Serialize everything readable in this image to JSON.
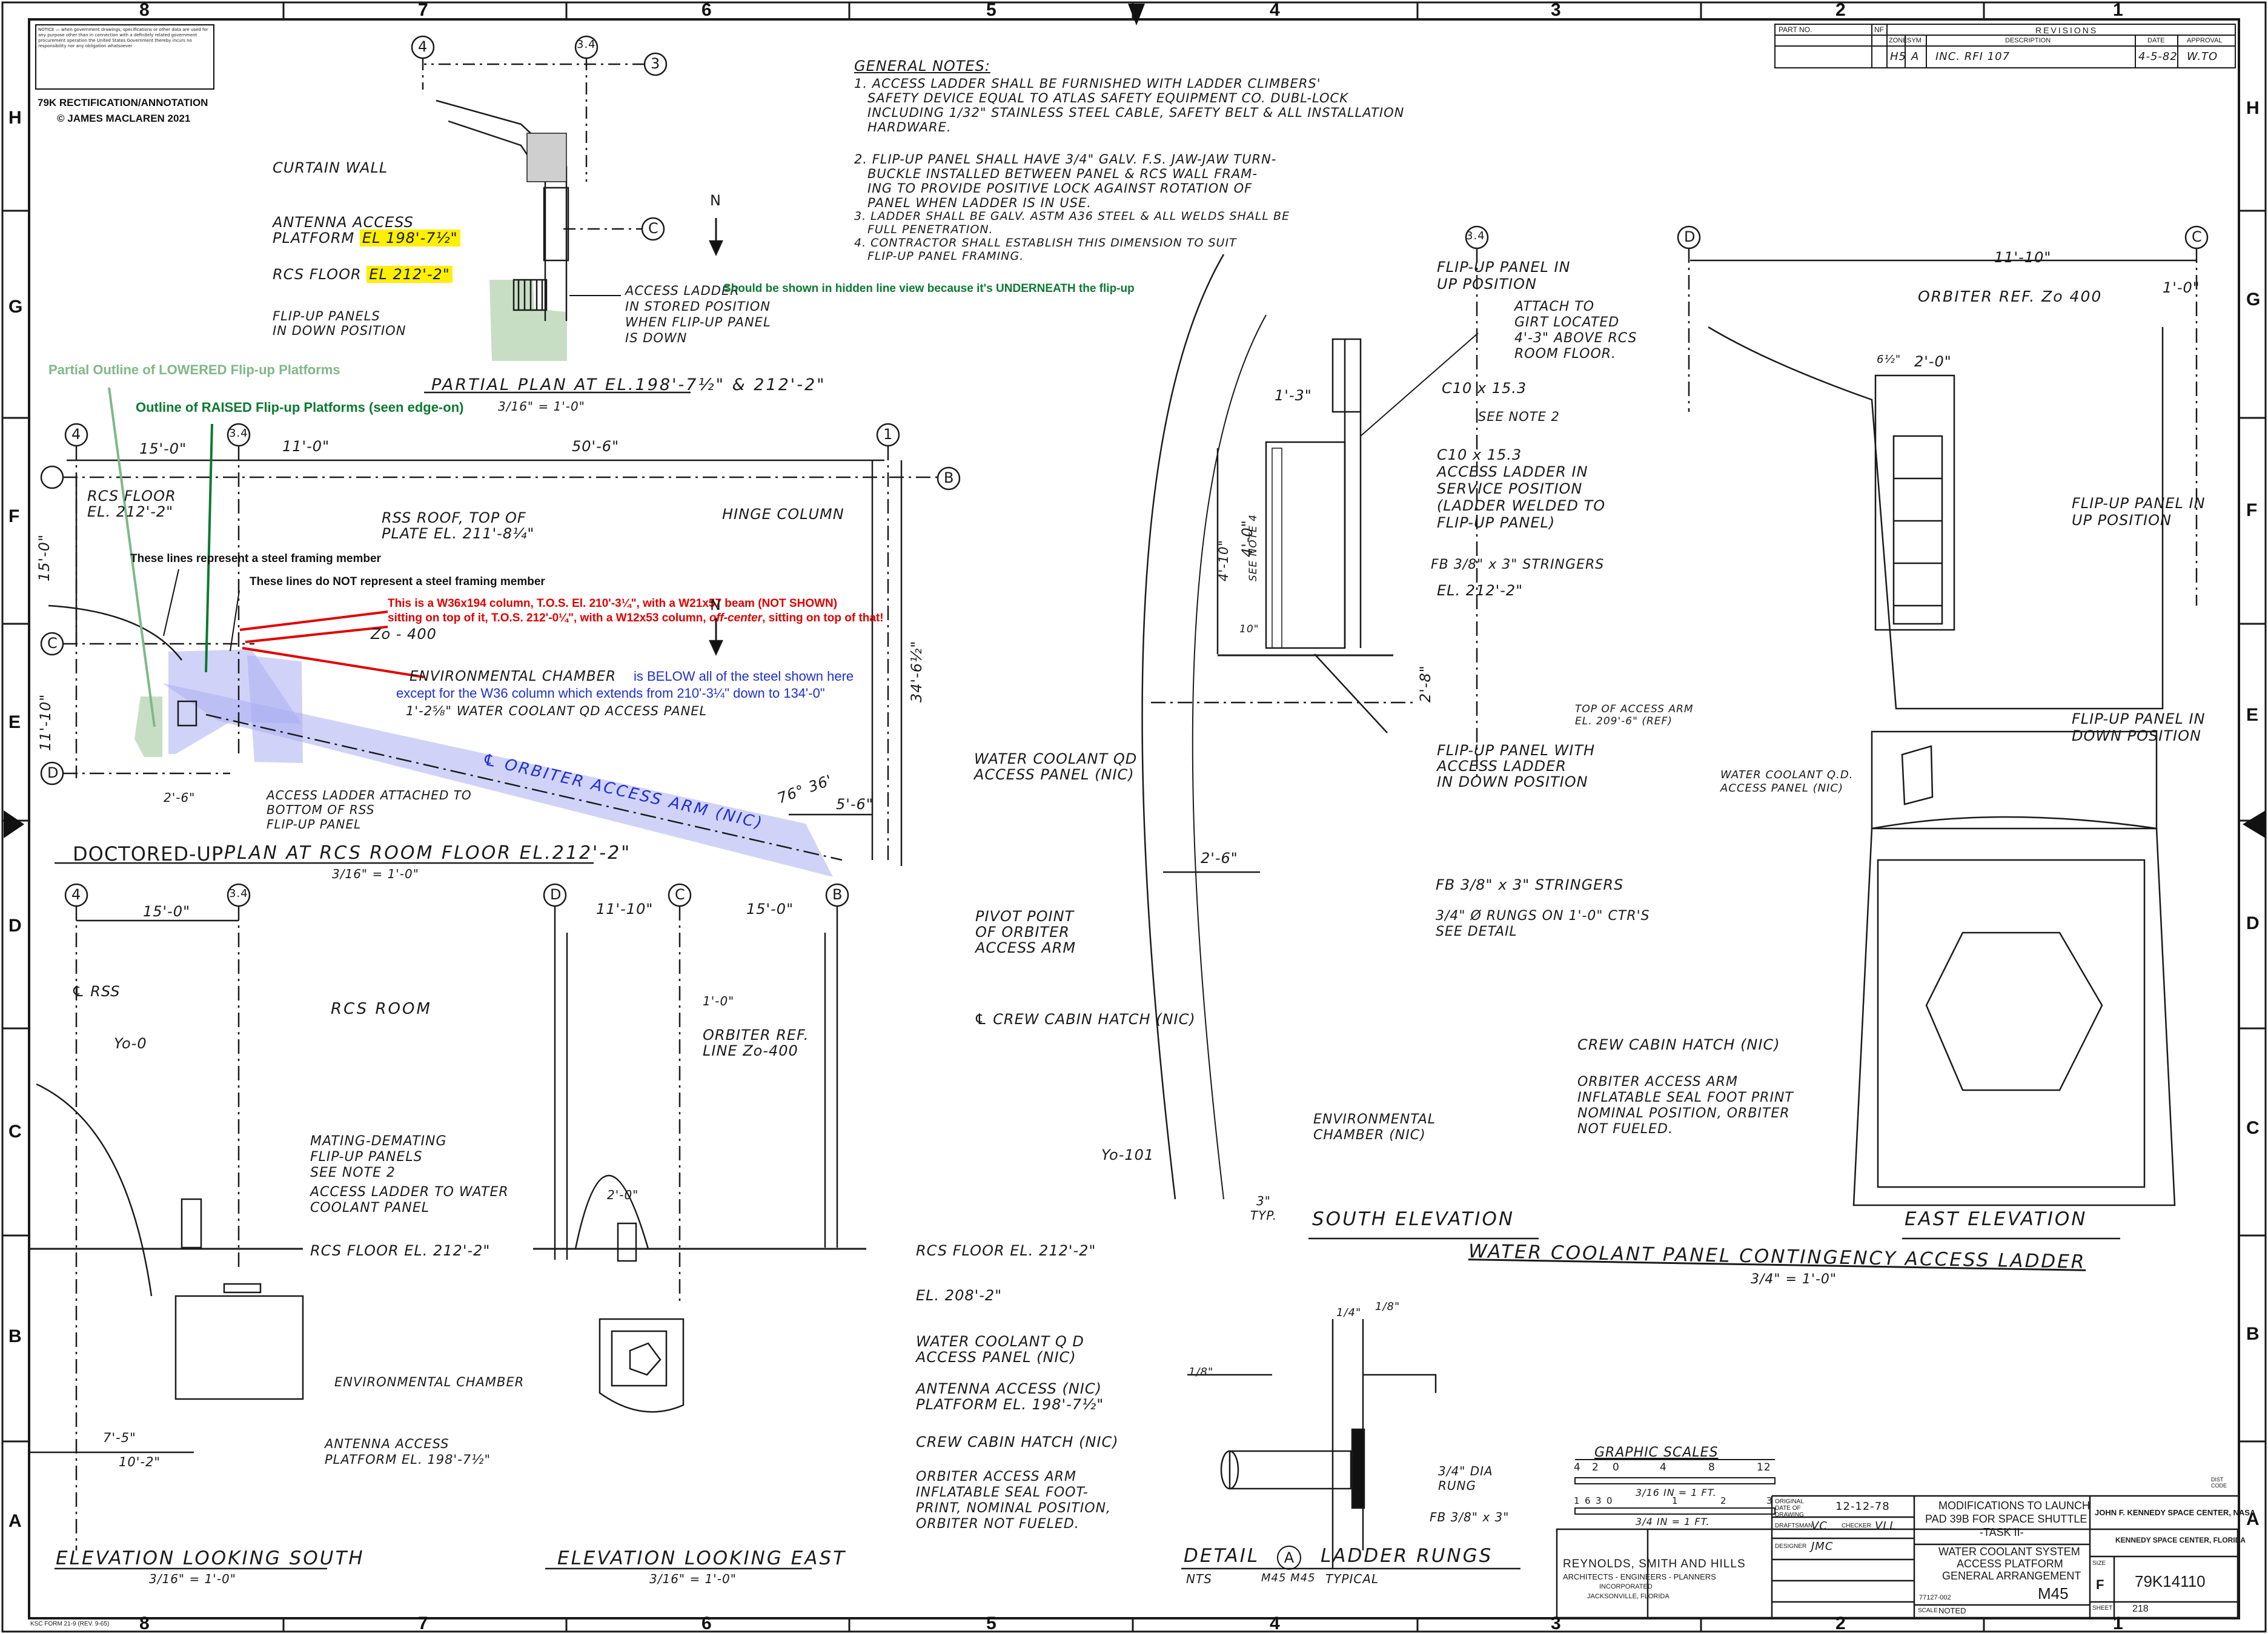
{
  "colors": {
    "line": "#1a1a1a",
    "red_annotation": "#e00000",
    "green_annotation": "#0a7a30",
    "light_green_annotation": "#7fb887",
    "blue_annotation": "#1f2fd0",
    "overlay_blue": "#a9aef0",
    "overlay_green": "#b9d6b6",
    "highlight": "#ffef00"
  },
  "zones": {
    "columns": [
      "8",
      "7",
      "6",
      "5",
      "4",
      "3",
      "2",
      "1"
    ],
    "rows": [
      "H",
      "G",
      "F",
      "E",
      "D",
      "C",
      "B",
      "A"
    ]
  },
  "notice": {
    "label": "NOTICE — when government drawings, specifications or other data are used for any purpose other than in connection with a definitely related government procurement operation the United States Government thereby incurs no responsibility nor any obligation whatsoever"
  },
  "annotation_stamp": {
    "line1": "79K RECTIFICATION/ANNOTATION",
    "line2": "© JAMES MACLAREN 2021"
  },
  "revisions": {
    "header": "REVISIONS",
    "part_no": "PART NO.",
    "nf": "NF",
    "cols": [
      "ZONE",
      "SYM",
      "DESCRIPTION",
      "DATE",
      "APPROVAL"
    ],
    "row": {
      "zone": "H5",
      "sym": "A",
      "description": "INC. RFI 107",
      "date": "4-5-82",
      "approval": "W.TO"
    }
  },
  "general_notes": {
    "title": "GENERAL NOTES:",
    "lines": [
      "1. ACCESS LADDER SHALL BE FURNISHED WITH LADDER CLIMBERS'",
      "SAFETY DEVICE EQUAL TO ATLAS SAFETY EQUIPMENT CO. DUBL-LOCK",
      "INCLUDING 1/32\" STAINLESS STEEL CABLE, SAFETY BELT & ALL INSTALLATION",
      "HARDWARE.",
      "2. FLIP-UP PANEL SHALL HAVE 3/4\" GALV. F.S. JAW-JAW TURN-",
      "BUCKLE INSTALLED BETWEEN PANEL & RCS WALL FRAM-",
      "ING TO PROVIDE POSITIVE LOCK AGAINST ROTATION OF",
      "PANEL WHEN LADDER IS IN USE.",
      "3. LADDER SHALL BE GALV. ASTM A36 STEEL & ALL WELDS SHALL BE",
      "FULL PENETRATION.",
      "4. CONTRACTOR SHALL ESTABLISH THIS DIMENSION TO SUIT",
      "FLIP-UP PANEL FRAMING."
    ]
  },
  "partial_plan": {
    "bubbles": [
      "4",
      "3.4",
      "3",
      "C"
    ],
    "curtain_wall": "CURTAIN WALL",
    "antenna_line1": "ANTENNA ACCESS",
    "antenna_line2": "PLATFORM",
    "antenna_el": "EL 198'-7½\"",
    "rcs_floor": "RCS FLOOR",
    "rcs_el": "EL 212'-2\"",
    "flipup_line1": "FLIP-UP PANELS",
    "flipup_line2": "IN DOWN POSITION",
    "access_l1": "ACCESS LADDER",
    "access_l2": "IN STORED POSITION",
    "access_l3": "WHEN FLIP-UP PANEL",
    "access_l4": "IS DOWN",
    "north": "N",
    "title": "PARTIAL PLAN AT EL.198'-7½\" & 212'-2\"",
    "scale": "3/16\" = 1'-0\""
  },
  "plan_rcs": {
    "bubbles": [
      "4",
      "3.4",
      "1",
      "B",
      "C",
      "D"
    ],
    "dims": [
      "15'-0\"",
      "11'-0\"",
      "50'-6\"",
      "15'-0\"",
      "11'-10\"",
      "34'-6½\"",
      "2'-6\"",
      "5'-6\"",
      "76° 36'"
    ],
    "rcs_floor_l1": "RCS FLOOR",
    "rcs_floor_l2": "EL. 212'-2\"",
    "rss_roof_l1": "RSS ROOF, TOP OF",
    "rss_roof_l2": "PLATE EL. 211'-8¼\"",
    "hinge": "HINGE COLUMN",
    "zo": "Zo - 400",
    "env": "ENVIRONMENTAL CHAMBER",
    "wc_panel": "1'-2⅝\" WATER COOLANT QD ACCESS PANEL",
    "orbiter_arm": "℄ ORBITER ACCESS ARM (NIC)",
    "ladder_l1": "ACCESS LADDER ATTACHED TO",
    "ladder_l2": "BOTTOM OF RSS",
    "ladder_l3": "FLIP-UP PANEL",
    "pivot_l1": "PIVOT POINT",
    "pivot_l2": "OF ORBITER",
    "pivot_l3": "ACCESS ARM",
    "north": "N",
    "title_prefix": "DOCTORED-UP",
    "title": "PLAN AT RCS ROOM FLOOR EL.212'-2\"",
    "scale": "3/16\" = 1'-0\""
  },
  "notes_overlay": {
    "lowered": "Partial Outline of LOWERED Flip-up Platforms",
    "raised": "Outline of RAISED Flip-up Platforms (seen edge-on)",
    "steel_yes": "These lines represent a steel framing member",
    "steel_no": "These lines do NOT represent a steel framing member",
    "red_l1": "This is a W36x194 column, T.O.S. El. 210'-3¼\", with a W21x57 beam (NOT SHOWN)",
    "red_l2": "sitting on top of it, T.O.S. 212'-0¼\", with a W12x53 column,",
    "red_l2b": "off-center",
    "red_l2c": ", sitting on top of that!",
    "blue_l1": "is BELOW all of the steel shown here",
    "blue_l2": "except for the W36 column which extends from 210'-3¼\" down to 134'-0\"",
    "hidden": "Should be shown in hidden line view because it's UNDERNEATH the flip-up"
  },
  "elev_south_left": {
    "bubbles": [
      "4",
      "3.4"
    ],
    "dim": "15'-0\"",
    "rss": "℄ RSS",
    "rcs_room": "RCS ROOM",
    "yo": "Yo-0",
    "mating_l1": "MATING-DEMATING",
    "mating_l2": "FLIP-UP PANELS",
    "mating_l3": "SEE NOTE 2",
    "ladder_l1": "ACCESS LADDER TO WATER",
    "ladder_l2": "COOLANT PANEL",
    "rcs_floor": "RCS FLOOR  EL. 212'-2\"",
    "env": "ENVIRONMENTAL CHAMBER",
    "ant_l1": "ANTENNA ACCESS",
    "ant_l2": "PLATFORM EL. 198'-7½\"",
    "dim2": "7'-5\"",
    "dim3": "10'-2\"",
    "title": "ELEVATION LOOKING SOUTH",
    "scale": "3/16\" = 1'-0\""
  },
  "elev_east_left": {
    "bubbles": [
      "D",
      "C",
      "B"
    ],
    "dims": [
      "11'-10\"",
      "15'-0\"",
      "1'-0\"",
      "2'-0\""
    ],
    "ref_l1": "ORBITER REF.",
    "ref_l2": "LINE Zo-400",
    "rcs_floor": "RCS FLOOR EL. 212'-2\"",
    "el208": "EL. 208'-2\"",
    "wc_l1": "WATER COOLANT Q D",
    "wc_l2": "ACCESS PANEL (NIC)",
    "ant_l1": "ANTENNA ACCESS (NIC)",
    "ant_l2": "PLATFORM EL. 198'-7½\"",
    "hatch": "CREW CABIN HATCH (NIC)",
    "oaa_l1": "ORBITER ACCESS ARM",
    "oaa_l2": "INFLATABLE SEAL FOOT-",
    "oaa_l3": "PRINT, NOMINAL POSITION,",
    "oaa_l4": "ORBITER NOT FUELED.",
    "title": "ELEVATION LOOKING EAST",
    "scale": "3/16\" = 1'-0\""
  },
  "south_elev": {
    "bubble": "3.4",
    "flip_l1": "FLIP-UP PANEL IN",
    "flip_l2": "UP POSITION",
    "attach_l1": "ATTACH TO",
    "attach_l2": "GIRT LOCATED",
    "attach_l3": "4'-3\" ABOVE RCS",
    "attach_l4": "ROOM FLOOR.",
    "c10a": "C10 x 15.3",
    "see2": "SEE NOTE 2",
    "c10b": "C10 x 15.3",
    "ladder_l1": "ACCESS LADDER IN",
    "ladder_l2": "SERVICE POSITION",
    "ladder_l3": "(LADDER WELDED TO",
    "ladder_l4": "FLIP-UP PANEL)",
    "fb": "FB 3/8\" x 3\" STRINGERS",
    "el212": "EL. 212'-2\"",
    "dims": [
      "1'-3\"",
      "4'-10\"",
      "4'-0\"",
      "10\"",
      "2'-8\"",
      "2'-6\""
    ],
    "see4": "SEE NOTE 4",
    "top_l1": "TOP OF ACCESS ARM",
    "top_l2": "EL. 209'-6\" (REF)",
    "flipdown_l1": "FLIP-UP PANEL WITH",
    "flipdown_l2": "ACCESS LADDER",
    "flipdown_l3": "IN DOWN POSITION",
    "wc_l1": "WATER COOLANT QD",
    "wc_l2": "ACCESS PANEL (NIC)",
    "hatch": "℄ CREW CABIN HATCH (NIC)",
    "env_l1": "ENVIRONMENTAL",
    "env_l2": "CHAMBER (NIC)",
    "yo": "Yo-101",
    "dim3": "3\"",
    "typ": "TYP.",
    "title": "SOUTH ELEVATION"
  },
  "east_elev": {
    "bubbles": [
      "D",
      "C"
    ],
    "dim1": "11'-10\"",
    "dim2": "1'-0\"",
    "orbiter": "ORBITER REF. Zo 400",
    "dim3": "6½\"",
    "dim4": "2'-0\"",
    "flipup_l1": "FLIP-UP PANEL IN",
    "flipup_l2": "UP POSITION",
    "flipdn_l1": "FLIP-UP PANEL IN",
    "flipdn_l2": "DOWN POSITION",
    "wc_l1": "WATER COOLANT Q.D.",
    "wc_l2": "ACCESS PANEL (NIC)",
    "fb": "FB 3/8\" x 3\" STRINGERS",
    "rungs_l1": "3/4\" Ø RUNGS ON 1'-0\" CTR'S",
    "rungs_l2": "SEE DETAIL",
    "hatch": "CREW CABIN HATCH (NIC)",
    "oaa_l1": "ORBITER ACCESS ARM",
    "oaa_l2": "INFLATABLE SEAL FOOT PRINT",
    "oaa_l3": "NOMINAL POSITION, ORBITER",
    "oaa_l4": "NOT FUELED.",
    "title": "EAST ELEVATION"
  },
  "main_title": {
    "text": "WATER COOLANT PANEL CONTINGENCY ACCESS LADDER",
    "scale": "3/4\" = 1'-0\""
  },
  "detail_a": {
    "dims": [
      "1/4\"",
      "1/8\"",
      "1/8\""
    ],
    "rung": "3/4\" DIA",
    "rung2": "RUNG",
    "fb": "FB 3/8\" x 3\"",
    "title": "DETAIL",
    "letter": "A",
    "sheets": "M45 M45",
    "subtitle": "LADDER RUNGS",
    "nts": "NTS",
    "typical": "TYPICAL",
    "detail_ref": "A"
  },
  "graphic_scales": {
    "title": "GRAPHIC SCALES",
    "s1": [
      "4",
      "2",
      "0",
      "4",
      "8",
      "12"
    ],
    "s1_label": "3/16 IN = 1 FT.",
    "s2": [
      "1",
      "6",
      "3",
      "0",
      "1",
      "2",
      "3"
    ],
    "s2_label": "3/4 IN = 1 FT."
  },
  "title_block": {
    "firm_l1": "REYNOLDS, SMITH AND HILLS",
    "firm_l2": "ARCHITECTS - ENGINEERS - PLANNERS",
    "firm_l3": "INCORPORATED",
    "firm_l4": "JACKSONVILLE, FLORIDA",
    "orig_date_label": "ORIGINAL DATE OF DRAWING",
    "orig_date": "12-12-78",
    "drawn": "DRAFTSMAN",
    "drawn_val": "VC",
    "checked": "CHECKER",
    "checked_val": "VLL",
    "designer": "DESIGNER",
    "designer_val": "JMC",
    "project": "MODIFICATIONS TO LAUNCH",
    "project2": "PAD 39B FOR SPACE SHUTTLE",
    "project3": "-TASK II-",
    "system": "WATER COOLANT SYSTEM",
    "system2": "ACCESS PLATFORM",
    "system3": "GENERAL ARRANGEMENT",
    "agency": "JOHN F. KENNEDY SPACE CENTER, NASA",
    "agency2": "KENNEDY SPACE CENTER, FLORIDA",
    "size_label": "SIZE",
    "size": "F",
    "dwg_no": "79K14110",
    "sheet_label": "SHEET",
    "sheet": "218",
    "code": "M45",
    "scale_label": "SCALE",
    "scale": "NOTED",
    "contract": "77127-002",
    "dist": "DIST CODE",
    "form": "KSC FORM 21-9 (REV. 9-65)"
  }
}
